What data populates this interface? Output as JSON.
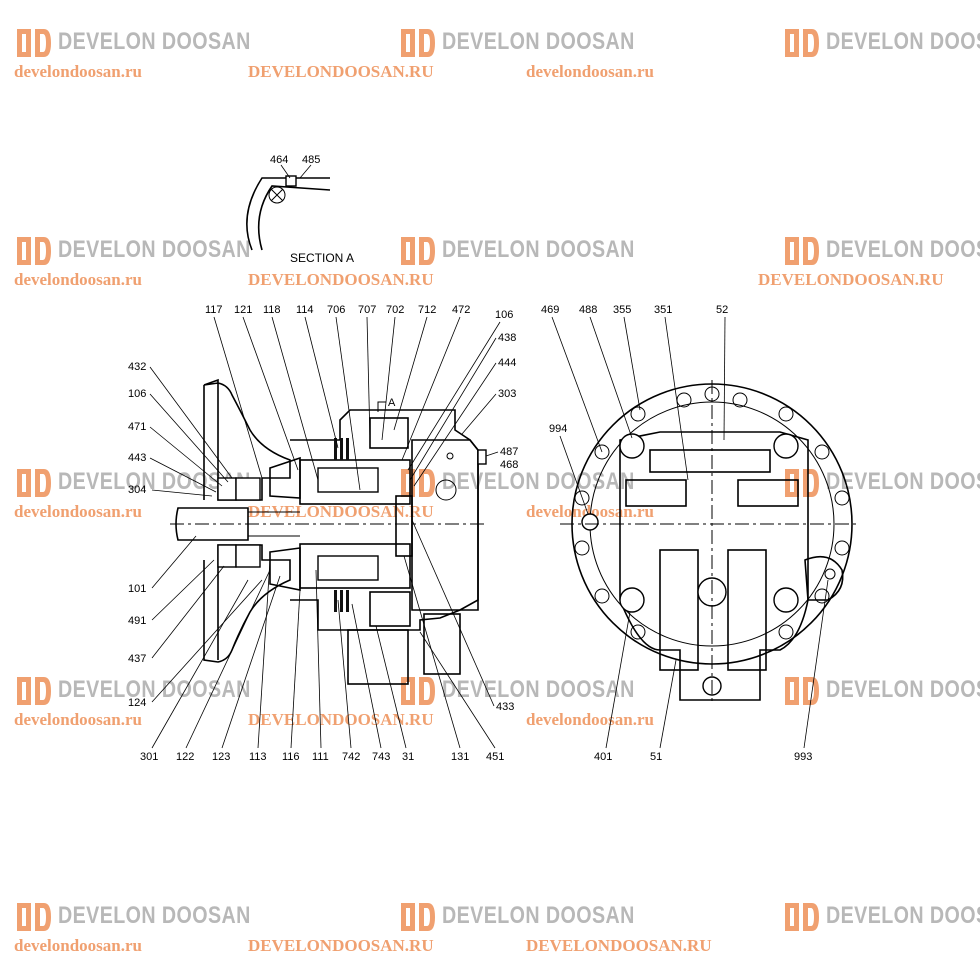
{
  "watermark": {
    "brand": "DEVELON DOOSAN",
    "url_lower": "develondoosan.ru",
    "url_upper": "DEVELONDOOSAN.RU",
    "logo_color": "#f0a070",
    "brand_color": "#b8b8b8"
  },
  "section_a": {
    "title": "SECTION  A",
    "labels": [
      "464",
      "485"
    ]
  },
  "left_view": {
    "section_marker": "A",
    "top_labels": [
      "117",
      "121",
      "118",
      "114",
      "706",
      "707",
      "702",
      "712",
      "472",
      "106"
    ],
    "left_labels": [
      "432",
      "106",
      "471",
      "443",
      "304",
      "101",
      "491",
      "437",
      "124"
    ],
    "right_labels": [
      "438",
      "444",
      "303",
      "487",
      "468",
      "433"
    ],
    "bottom_labels": [
      "301",
      "122",
      "123",
      "113",
      "116",
      "111",
      "742",
      "743",
      "31",
      "131",
      "451"
    ]
  },
  "right_view": {
    "top_labels": [
      "469",
      "488",
      "355",
      "351",
      "52"
    ],
    "side_labels": [
      "994"
    ],
    "bottom_labels": [
      "401",
      "51",
      "993"
    ]
  }
}
